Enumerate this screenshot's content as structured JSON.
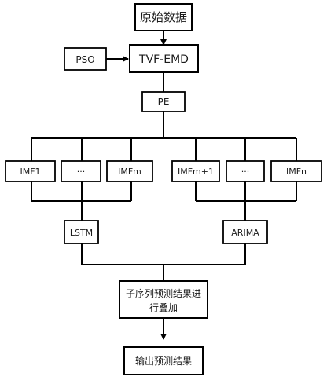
{
  "diagram": {
    "nodes": {
      "raw_data": "原始数据",
      "pso": "PSO",
      "tvf_emd": "TVF-EMD",
      "pe": "PE",
      "imf1": "IMF1",
      "ellipsis_left": "···",
      "imfm": "IMFm",
      "imfm1": "IMFm+1",
      "ellipsis_right": "···",
      "imfn": "IMFn",
      "lstm": "LSTM",
      "arima": "ARIMA",
      "superpose_line1": "子序列预测结果进",
      "superpose_line2": "行叠加",
      "output": "输出预测结果"
    },
    "colors": {
      "stroke": "#000000",
      "fill": "#ffffff",
      "text": "#1a1a1a"
    }
  }
}
